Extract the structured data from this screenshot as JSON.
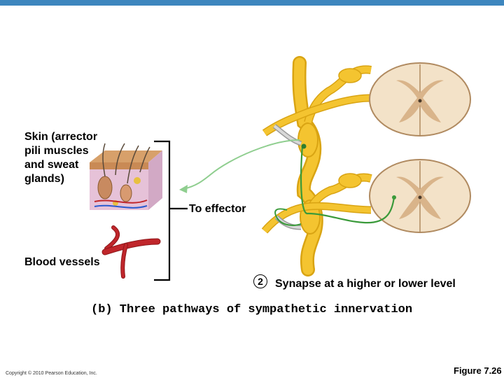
{
  "labels": {
    "skin": "Skin (arrector\npili muscles\nand sweat\nglands)",
    "to_effector": "To effector",
    "blood_vessels": "Blood vessels",
    "step_number": "2",
    "synapse": "Synapse at a higher or lower level"
  },
  "caption": "(b) Three pathways of sympathetic innervation",
  "footer": {
    "copyright": "Copyright © 2010 Pearson Education, Inc.",
    "figure": "Figure 7.26"
  },
  "colors": {
    "top_bar": "#3d86be",
    "ganglion_chain": "#f4c430",
    "neuron_path": "#3a9a3a",
    "effector_arrow": "#8fce8f",
    "spinal_cord": "#f3e2c8",
    "gray_matter": "#d9b48a",
    "blood_vessel": "#c0262b"
  }
}
